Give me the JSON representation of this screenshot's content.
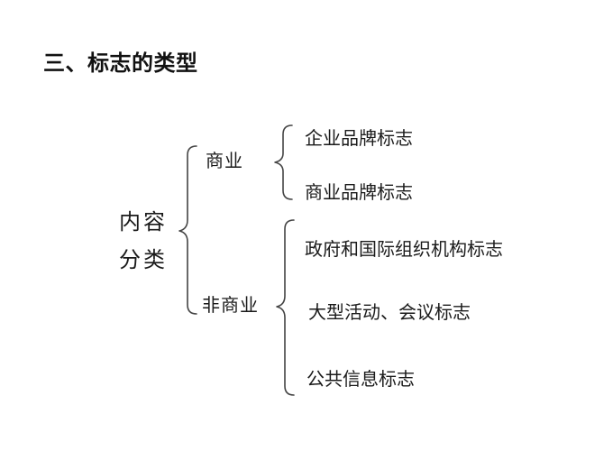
{
  "title": "三、标志的类型",
  "root": {
    "line1": "内容",
    "line2": "分类"
  },
  "branches": [
    {
      "label": "商业",
      "items": [
        "企业品牌标志",
        "商业品牌标志"
      ]
    },
    {
      "label": "非商业",
      "items": [
        "政府和国际组织机构标志",
        "大型活动、会议标志",
        "公共信息标志"
      ]
    }
  ]
}
